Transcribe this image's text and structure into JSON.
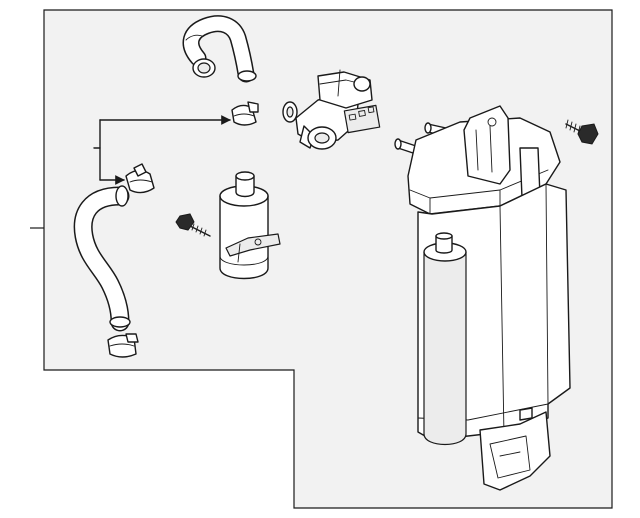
{
  "diagram": {
    "kind": "exploded parts illustration",
    "background_panel_color": "#f2f2f2",
    "line_color": "#1a1a1a",
    "parts": [
      "upper-vapor-hose",
      "purge-valve",
      "hose-clamp-upper",
      "hose-clamp-middle",
      "hose-clamp-lower",
      "lower-vapor-hose",
      "vapor-filter",
      "filter-mount-bolt",
      "charcoal-canister",
      "canister-mount-bolt"
    ]
  }
}
